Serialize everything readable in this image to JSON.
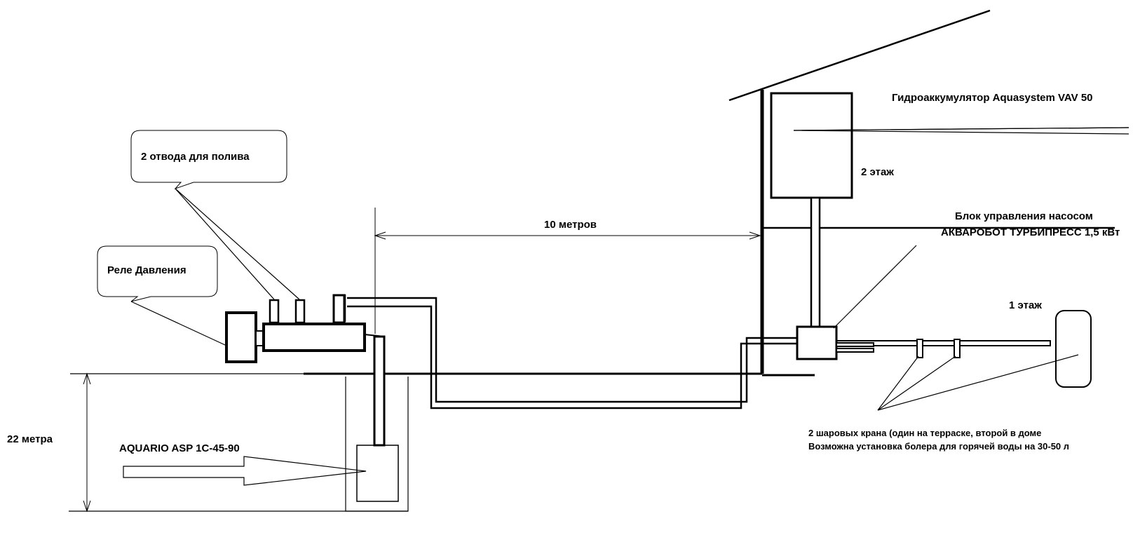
{
  "labels": {
    "accumulator": "Гидроаккумулятор Aquasystem VAV 50",
    "floor2": "2 этаж",
    "control_unit_line1": "Блок управления насосом",
    "control_unit_line2": "АКВАРОБОТ ТУРБИПРЕСС 1,5 кВт",
    "floor1": "1 этаж",
    "ball_valves_line1": "2 шаровых крана (один на терраске, второй в доме",
    "ball_valves_line2": "Возможна установка болера для горячей воды на 30-50 л",
    "distance": "10 метров",
    "depth": "22 метра",
    "pump": "AQUARIO ASP 1C-45-90",
    "irrigation": "2 отвода для полива",
    "pressure_relay": "Реле Давления"
  },
  "colors": {
    "line": "#000000",
    "background": "#ffffff"
  }
}
